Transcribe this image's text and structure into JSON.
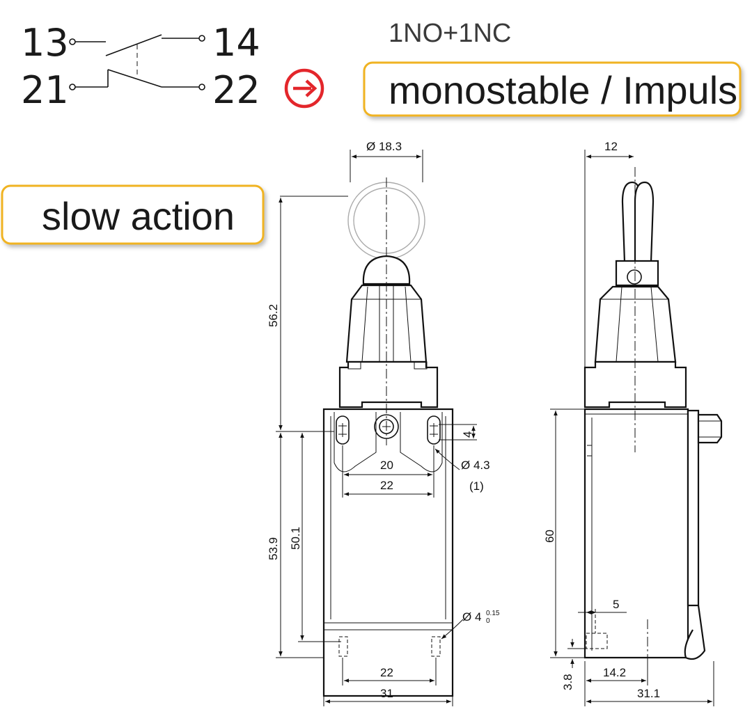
{
  "contacts": {
    "terminal_13": "13",
    "terminal_14": "14",
    "terminal_21": "21",
    "terminal_22": "22"
  },
  "contact_config": "1NO+1NC",
  "badges": {
    "mode": "monostable / Impuls",
    "action": "slow action"
  },
  "icons": {
    "positive_opening": "positive-opening-arrow-icon"
  },
  "colors": {
    "badge_border": "#f0b323",
    "positive_opening_red": "#e3262b"
  },
  "front_view": {
    "ring_diameter": "Ø 18.3",
    "actuator_height": "56.2",
    "hole_spacing_inner": "20",
    "hole_spacing_outer": "22",
    "slot_length": "4",
    "hole_diameter": "Ø 4.3",
    "note_ref": "(1)",
    "body_height": "53.9",
    "mount_height": "50.1",
    "pin_diameter": "Ø 4",
    "pin_tol_upper": "0.15",
    "pin_tol_lower": "0",
    "bottom_hole_spacing": "22",
    "body_width": "31"
  },
  "side_view": {
    "ring_offset": "12",
    "body_height": "60",
    "pin_offset": "5",
    "pin_height": "3.8",
    "pin_position": "14.2",
    "body_depth": "31.1"
  }
}
